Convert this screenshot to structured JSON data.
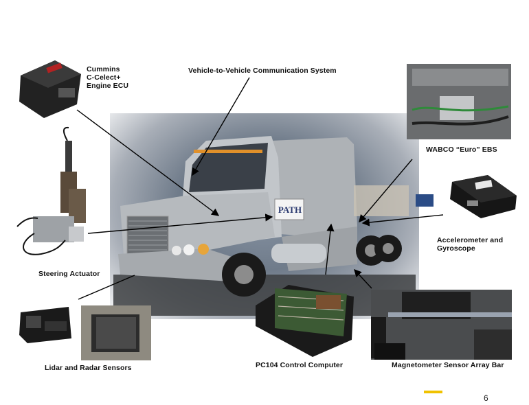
{
  "labels": {
    "ecu": "Cummins\nC-Celect+\nEngine ECU",
    "v2v": "Vehicle-to-Vehicle Communication System",
    "wabco": "WABCO “Euro” EBS",
    "accel": "Accelerometer and\nGyroscope",
    "steering": "Steering Actuator",
    "lidar": "Lidar and Radar Sensors",
    "pc104": "PC104 Control Computer",
    "magnet": "Magnetometer Sensor Array Bar"
  },
  "truck_door_logo": "PATH",
  "page_number": "6",
  "colors": {
    "accent": "#f0c200",
    "truck_silver": "#b8bcc0",
    "sky": "#7d8fa5",
    "arrow": "#000000"
  }
}
